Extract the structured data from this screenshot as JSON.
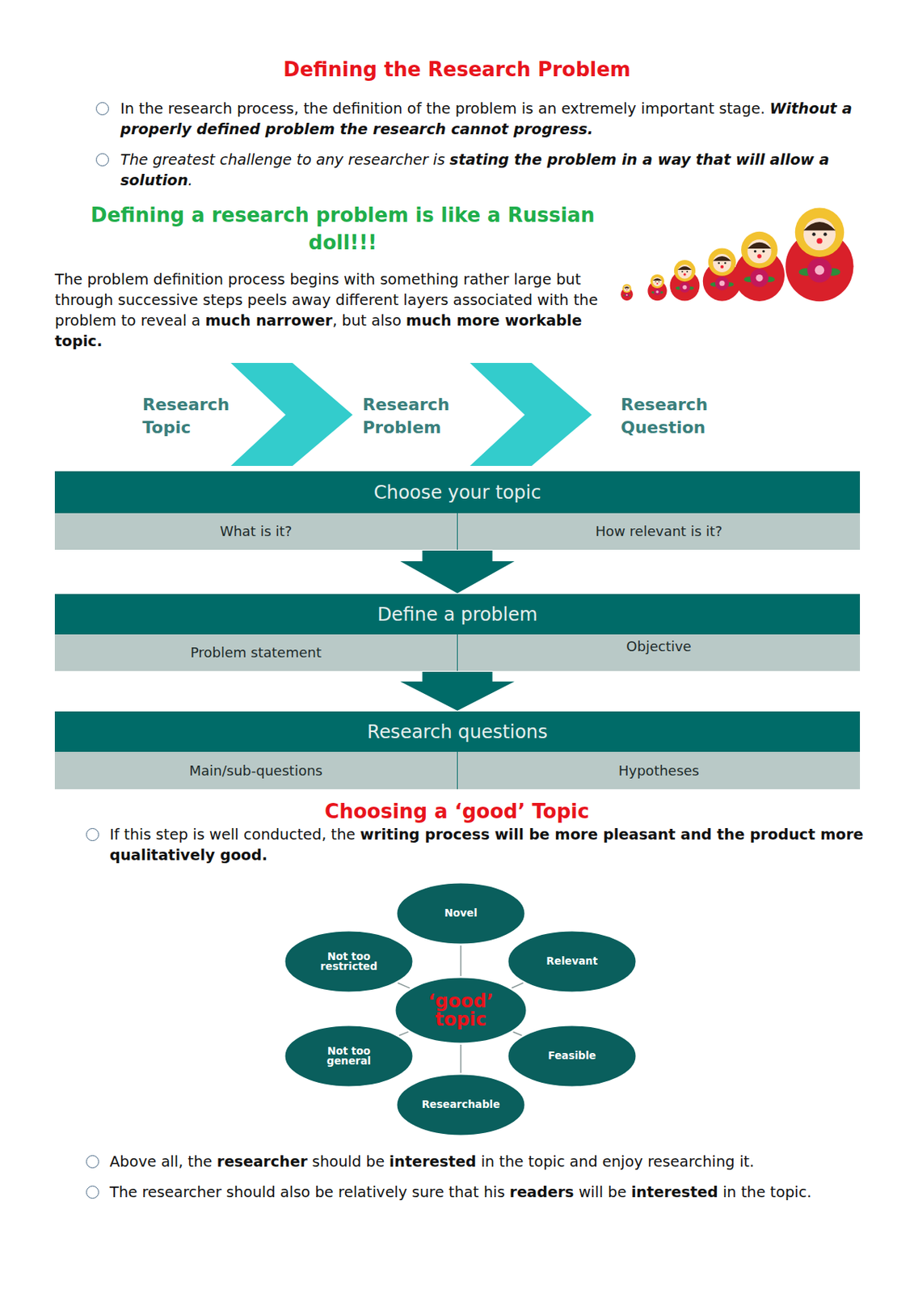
{
  "diagram": {
    "title": "Defining the Research Problem",
    "nodes": [
      {
        "text": [
          "Choose your topic"
        ]
      },
      {
        "text": [
          "What is it?"
        ],
        "in": 0
      },
      {
        "text": [
          "How relevant is it?"
        ],
        "in": 0
      },
      {
        "text": [
          "Define a problem"
        ]
      },
      {
        "text": [
          "Problem statement"
        ],
        "in": 3
      },
      {
        "text": [
          "Objective"
        ],
        "in": 3
      },
      {
        "text": [
          "Research questions"
        ]
      },
      {
        "text": [
          "Main/sub-questions"
        ],
        "in": 6
      },
      {
        "text": [
          "Hypotheses"
        ],
        "in": 6
      },
      {
        "text": [
          "‘good’ topic"
        ]
      },
      {
        "text": [
          "Novel"
        ]
      },
      {
        "text": [
          "Relevant"
        ]
      },
      {
        "text": [
          "Feasible"
        ]
      },
      {
        "text": [
          "Researchable"
        ]
      },
      {
        "text": [
          "Not too general"
        ]
      },
      {
        "text": [
          "Not too restricted"
        ]
      }
    ],
    "edges": [
      {
        "from": 0,
        "to": 3,
        "arrow": "to"
      },
      {
        "from": 3,
        "to": 6,
        "arrow": "to"
      },
      {
        "from": 9,
        "to": 10,
        "arrow": "none"
      },
      {
        "from": 9,
        "to": 11,
        "arrow": "none"
      },
      {
        "from": 9,
        "to": 12,
        "arrow": "none"
      },
      {
        "from": 9,
        "to": 13,
        "arrow": "none"
      },
      {
        "from": 9,
        "to": 14,
        "arrow": "none"
      },
      {
        "from": 9,
        "to": 15,
        "arrow": "none"
      }
    ],
    "labels": [
      "In the research process, the definition of the problem is an extremely important stage.",
      "Without a properly defined problem the research cannot progress.",
      "The greatest challenge to any researcher is",
      "stating the problem in a way that will allow a solution",
      ".",
      "Defining a research problem is like a Russian doll!!!",
      "The problem definition process begins with something rather large but through successive steps peels away different layers associated with the problem to reveal a",
      "much narrower",
      ", but also",
      "much more workable topic.",
      "Research Topic",
      "Research Problem",
      "Research Question",
      "Choosing a ‘good’ Topic",
      "If this step is well conducted, the",
      "writing process will be more pleasant and the product more qualitatively good.",
      "Above all, the",
      "researcher",
      "should be",
      "interested",
      "in the topic and enjoy researching it.",
      "The researcher should also be relatively sure that his",
      "readers",
      "will be",
      "interested",
      "in the topic."
    ]
  }
}
